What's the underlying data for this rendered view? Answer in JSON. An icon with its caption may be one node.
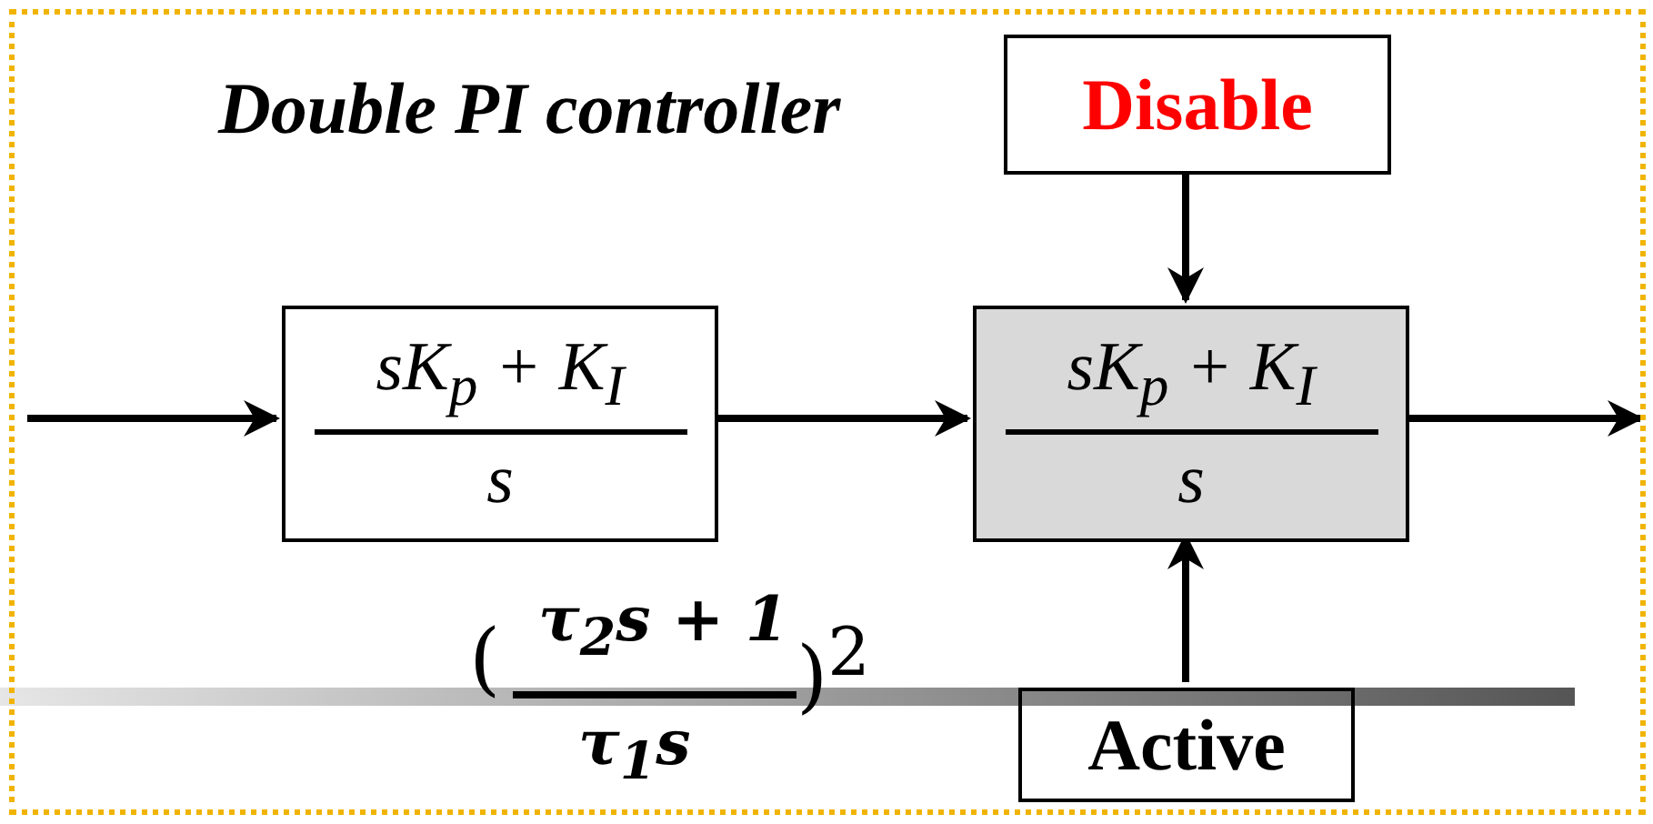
{
  "diagram": {
    "nodes": [
      {
        "text": [
          "Double PI controller"
        ]
      },
      {
        "text": [
          "sK$_{p}$ + K$_{I}$",
          "s"
        ],
        "in": 0
      },
      {
        "text": [
          "sK$_{p}$ + K$_{I}$",
          "s"
        ],
        "in": 0
      },
      {
        "text": [
          "Disable"
        ],
        "in": 0
      },
      {
        "text": [
          "Active"
        ],
        "in": 0
      }
    ],
    "edges": [
      {
        "from": null,
        "to": 1,
        "arrow": "to"
      },
      {
        "from": 1,
        "to": 2,
        "arrow": "to"
      },
      {
        "from": 2,
        "to": null,
        "arrow": "to"
      },
      {
        "from": 3,
        "to": 2,
        "arrow": "to"
      },
      {
        "from": 4,
        "to": 2,
        "arrow": "to"
      }
    ],
    "labels": [
      "(",
      "τ$_{2}$s + 1",
      "τ$_{1}$s",
      ")$^{2}$"
    ]
  }
}
